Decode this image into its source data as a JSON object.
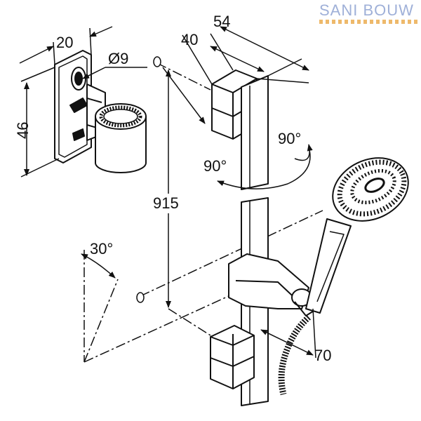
{
  "logo": {
    "text": "SANI BOUW",
    "primary_color": "#9fb0d8",
    "accent_color": "#e8a23a"
  },
  "dimensions": {
    "bracket_width": "20",
    "bracket_height": "46",
    "hole_diameter": "Ø9",
    "holder_depth": "40",
    "holder_total": "54",
    "rail_length": "915",
    "rotation_right": "90°",
    "rotation_left": "90°",
    "tilt_angle": "30°",
    "hose_offset": "70"
  }
}
